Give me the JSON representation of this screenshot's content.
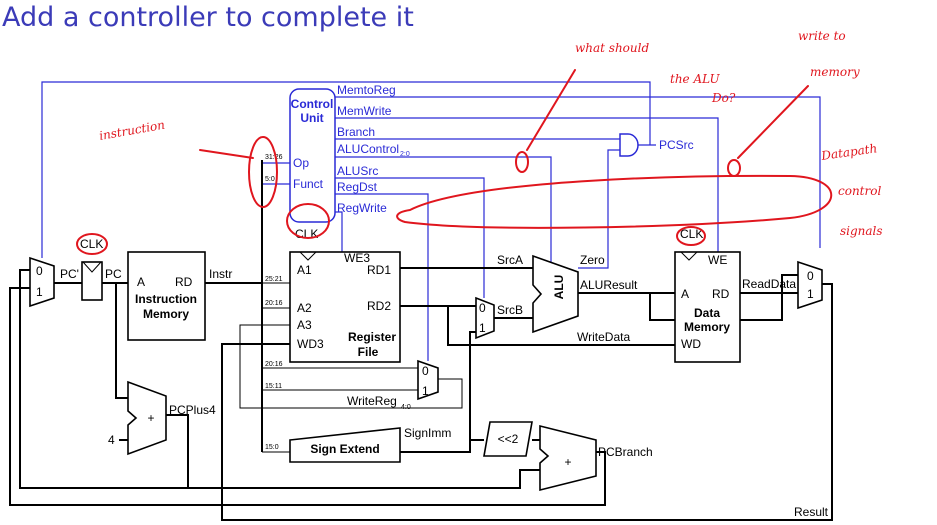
{
  "title": "Add a controller to complete it",
  "annotations": {
    "instruction": "instruction",
    "what_should_line1": "what should",
    "what_should_line2": "the ALU",
    "what_should_line3": "Do?",
    "write_line1": "write to",
    "write_line2": "memory",
    "datapath_line1": "Datapath",
    "datapath_line2": "control",
    "datapath_line3": "signals"
  },
  "control_unit": {
    "title_line1": "Control",
    "title_line2": "Unit",
    "op": "Op",
    "funct": "Funct",
    "outputs": {
      "memtoreg": "MemtoReg",
      "memwrite": "MemWrite",
      "branch": "Branch",
      "alucontrol": "ALUControl",
      "alucontrol_sub": "2:0",
      "alusrc": "ALUSrc",
      "regdst": "RegDst",
      "regwrite": "RegWrite"
    }
  },
  "signals": {
    "pcsrc": "PCSrc",
    "pc_prime": "PC'",
    "pc": "PC",
    "instr": "Instr",
    "srca": "SrcA",
    "srcb": "SrcB",
    "zero": "Zero",
    "aluresult": "ALUResult",
    "writedata": "WriteData",
    "readdata": "ReadData",
    "pcplus4": "PCPlus4",
    "signimm": "SignImm",
    "pcbranch": "PCBranch",
    "result": "Result",
    "writereg": "WriteReg",
    "writereg_sub": "4:0",
    "four": "4",
    "shift": "<<2"
  },
  "bit_fields": {
    "op": "31:26",
    "funct": "5:0",
    "rs": "25:21",
    "rt": "20:16",
    "rt2": "20:16",
    "rd": "15:11",
    "imm": "15:0"
  },
  "blocks": {
    "instruction_memory": {
      "line1": "Instruction",
      "line2": "Memory",
      "port_a": "A",
      "port_rd": "RD"
    },
    "register_file": {
      "line1": "Register",
      "line2": "File",
      "a1": "A1",
      "a2": "A2",
      "a3": "A3",
      "wd3": "WD3",
      "we3": "WE3",
      "rd1": "RD1",
      "rd2": "RD2"
    },
    "data_memory": {
      "line1": "Data",
      "line2": "Memory",
      "port_a": "A",
      "port_rd": "RD",
      "wd": "WD",
      "we": "WE"
    },
    "alu": "ALU",
    "sign_extend": "Sign Extend",
    "clk": "CLK",
    "mux0": "0",
    "mux1": "1",
    "plus": "+"
  }
}
